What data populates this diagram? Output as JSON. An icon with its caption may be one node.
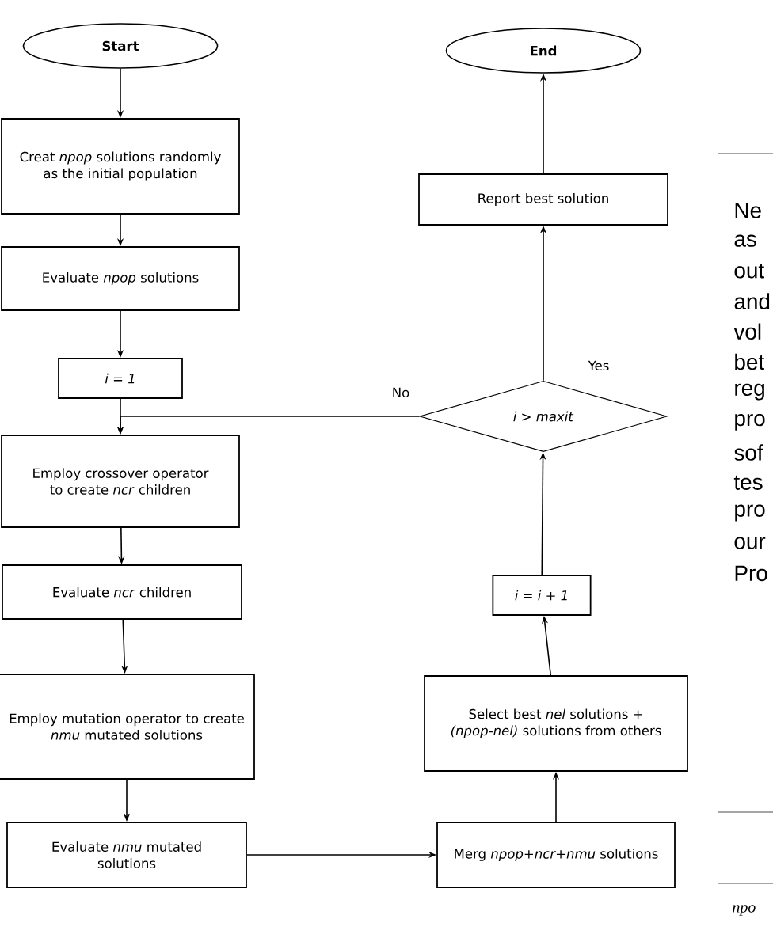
{
  "diagram": {
    "nodes": [
      {
        "text": [
          "Start"
        ]
      },
      {
        "text": [
          "Creat *npop* solutions randomly as the initial population"
        ]
      },
      {
        "text": [
          "Evaluate *npop* solutions"
        ]
      },
      {
        "text": [
          "*i = 1*"
        ]
      },
      {
        "text": [
          "Employ crossover operator to create *ncr* children"
        ]
      },
      {
        "text": [
          "Evaluate *ncr* children"
        ]
      },
      {
        "text": [
          "Employ mutation operator to create *nmu* mutated solutions"
        ]
      },
      {
        "text": [
          "Evaluate *nmu* mutated solutions"
        ]
      },
      {
        "text": [
          "Merg *npop+ncr+nmu* solutions"
        ]
      },
      {
        "text": [
          "Select best *nel* solutions + *(npop-nel)* solutions from others"
        ]
      },
      {
        "text": [
          "*i = i + 1*"
        ]
      },
      {
        "text": [
          "*i > maxit*"
        ]
      },
      {
        "text": [
          "Report best solution"
        ]
      },
      {
        "text": [
          "End"
        ]
      }
    ],
    "edges": [
      {
        "from": 0,
        "to": 1,
        "arrow": "to"
      },
      {
        "from": 1,
        "to": 2,
        "arrow": "to"
      },
      {
        "from": 2,
        "to": 3,
        "arrow": "to"
      },
      {
        "from": 3,
        "to": 4,
        "arrow": "to"
      },
      {
        "from": 4,
        "to": 5,
        "arrow": "to"
      },
      {
        "from": 5,
        "to": 6,
        "arrow": "to"
      },
      {
        "from": 6,
        "to": 7,
        "arrow": "to"
      },
      {
        "from": 7,
        "to": 8,
        "arrow": "to"
      },
      {
        "from": 8,
        "to": 9,
        "arrow": "to"
      },
      {
        "from": 9,
        "to": 10,
        "arrow": "to"
      },
      {
        "from": 10,
        "to": 11,
        "arrow": "to"
      },
      {
        "from": 11,
        "to": 12,
        "arrow": "to",
        "label": "Yes"
      },
      {
        "from": 12,
        "to": 13,
        "arrow": "to"
      },
      {
        "from": 11,
        "to": 4,
        "arrow": "to",
        "label": "No"
      }
    ],
    "labels": [
      "Ne",
      "as",
      "out",
      "and",
      "vol",
      "bet",
      "reg",
      "pro",
      "sof",
      "tes",
      "pro",
      "our",
      "Pro",
      "npo"
    ]
  }
}
